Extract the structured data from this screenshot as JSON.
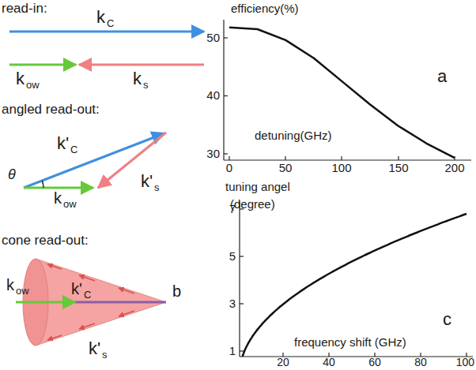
{
  "diagram": {
    "labels": [
      "read-in:",
      "k",
      "C",
      "k",
      "ow",
      "k",
      "s",
      "angled read-out:",
      "k'",
      "C",
      "θ",
      "k",
      "ow",
      "k'",
      "s",
      "cone read-out:",
      "k",
      "ow",
      "k'",
      "C",
      "k'",
      "s",
      "b",
      "efficiency(%)",
      "50",
      "40",
      "30",
      "detuning(GHz)",
      "0",
      "50",
      "100",
      "150",
      "200",
      "a",
      "tuning angel",
      "(degree)",
      "7",
      "5",
      "3",
      "1",
      "frequency shift (GHz)",
      "20",
      "40",
      "60",
      "80",
      "100",
      "c"
    ]
  }
}
